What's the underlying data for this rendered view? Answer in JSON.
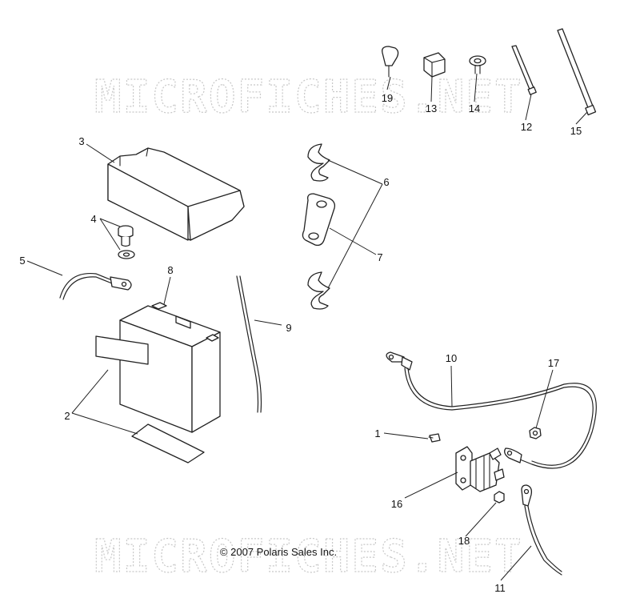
{
  "watermark": {
    "text": "MICROFICHES.NET"
  },
  "copyright": "© 2007 Polaris Sales Inc.",
  "callouts": {
    "c1": "1",
    "c2": "2",
    "c3": "3",
    "c4": "4",
    "c5": "5",
    "c6": "6",
    "c7": "7",
    "c8": "8",
    "c9": "9",
    "c10": "10",
    "c11": "11",
    "c12": "12",
    "c13": "13",
    "c14": "14",
    "c15": "15",
    "c16": "16",
    "c17": "17",
    "c18": "18",
    "c19": "19"
  }
}
